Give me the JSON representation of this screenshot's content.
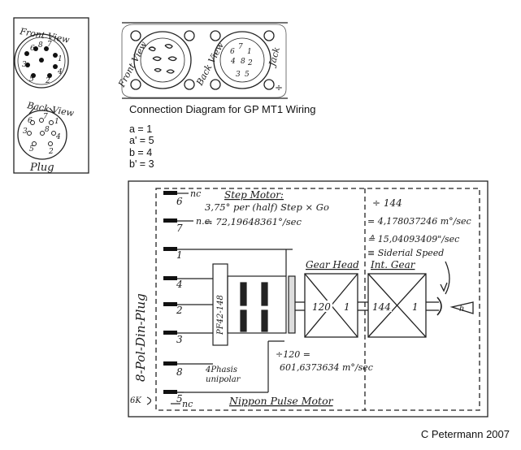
{
  "plug_panel": {
    "front_label": "Front View",
    "front_pins": [
      "6",
      "8",
      "7",
      "1",
      "3",
      "4",
      "5",
      "2"
    ],
    "back_label": "Back View",
    "back_pins": [
      "1",
      "6",
      "7",
      "3",
      "8",
      "4",
      "5",
      "2"
    ],
    "plug_label": "Plug"
  },
  "jack_panel": {
    "front_label": "Front View",
    "back_label": "Back View",
    "jack_label": "Jack",
    "jack_pins": [
      "6",
      "7",
      "1",
      "4",
      "2",
      "3",
      "5",
      "8"
    ]
  },
  "legend": {
    "title": "Connection Diagram for GP MT1 Wiring",
    "rows": [
      "a = 1",
      "a' = 5",
      "b = 4",
      "b' = 3"
    ]
  },
  "wiring": {
    "plug_vertical_label": "8-Pol-Din-Plug",
    "pins": [
      "6",
      "7",
      "1",
      "4",
      "2",
      "3",
      "8",
      "5"
    ],
    "nc": "nc",
    "nc_dot": "n.c.",
    "step_motor_title": "Step Motor:",
    "step_formula": "3,75° per (half) Step × Go",
    "step_result": "= 72,19648361°/sec",
    "chip": "PF42-148",
    "phase_note_1": "4Phasis",
    "phase_note_2": "unipolar",
    "gear_head": "Gear Head",
    "int_gear": "Int. Gear",
    "ratio_120": "120",
    "ratio_1a": "1",
    "ratio_144": "144",
    "ratio_1b": "1",
    "div144": "÷ 144",
    "rate1": "= 4,178037246 m°/sec",
    "rate2": "≙ 15,04093409\"/sec",
    "rate3": "≡ Siderial Speed",
    "div120": "÷120 =",
    "rate_gear": "601,6373634 m°/sec",
    "h_label": "h",
    "nippon": "Nippon Pulse Motor",
    "sixk": "6K"
  },
  "credit": "C Petermann 2007"
}
